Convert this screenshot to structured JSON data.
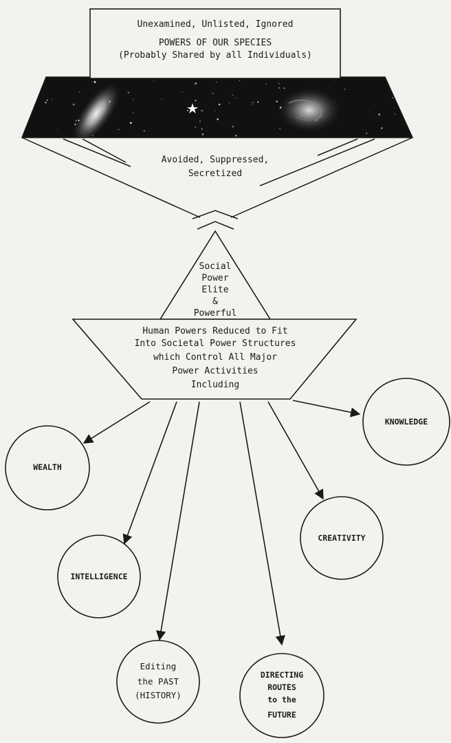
{
  "top_box": {
    "line1": "Unexamined, Unlisted, Ignored",
    "line2": "POWERS OF OUR SPECIES",
    "line3": "(Probably Shared by all Individuals)"
  },
  "funnel": {
    "line1": "Avoided, Suppressed,",
    "line2": "Secretized"
  },
  "triangle": {
    "lines": [
      "Social",
      "Power",
      "Elite",
      "&",
      "Powerful"
    ]
  },
  "base": {
    "lines": [
      "Human Powers Reduced to Fit",
      "Into Societal Power Structures",
      "which Control All Major",
      "Power Activities",
      "Including"
    ]
  },
  "nodes": {
    "knowledge": {
      "lines": [
        "KNOWLEDGE"
      ]
    },
    "wealth": {
      "lines": [
        "WEALTH"
      ]
    },
    "creativity": {
      "lines": [
        "CREATIVITY"
      ]
    },
    "intelligence": {
      "lines": [
        "INTELLIGENCE"
      ]
    },
    "history": {
      "lines": [
        "Editing",
        "the PAST",
        "(HISTORY)"
      ]
    },
    "future": {
      "lines": [
        "DIRECTING",
        "ROUTES",
        "to the",
        "FUTURE"
      ]
    }
  },
  "colors": {
    "ink": "#1a1a1a",
    "paper": "#f3f2ef",
    "space": "#111111"
  }
}
